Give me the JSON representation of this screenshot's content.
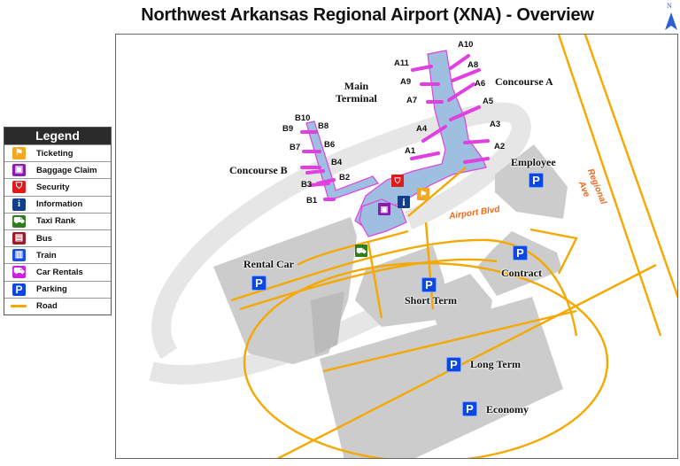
{
  "title": "Northwest Arkansas Regional Airport (XNA) - Overview",
  "north_arrow": {
    "label": "N",
    "color": "#2a5fd6"
  },
  "legend": {
    "heading": "Legend",
    "items": [
      {
        "label": "Ticketing",
        "icon": "ticketing-icon",
        "color": "#f5a623"
      },
      {
        "label": "Baggage Claim",
        "icon": "baggage-claim-icon",
        "color": "#8a1db0"
      },
      {
        "label": "Security",
        "icon": "security-icon",
        "color": "#e01a1a"
      },
      {
        "label": "Information",
        "icon": "information-icon",
        "color": "#123f8c"
      },
      {
        "label": "Taxi Rank",
        "icon": "taxi-icon",
        "color": "#2e7d1e"
      },
      {
        "label": "Bus",
        "icon": "bus-icon",
        "color": "#9b1b2a"
      },
      {
        "label": "Train",
        "icon": "train-icon",
        "color": "#1a4fe0"
      },
      {
        "label": "Car Rentals",
        "icon": "car-rental-icon",
        "color": "#cc22e0"
      },
      {
        "label": "Parking",
        "icon": "parking-icon",
        "color": "#0b47e0"
      },
      {
        "label": "Road",
        "icon": "road-line",
        "color": "#f5a800"
      }
    ]
  },
  "areas": {
    "main_terminal": "Main\nTerminal",
    "concourse_a": "Concourse A",
    "concourse_b": "Concourse B",
    "employee": "Employee",
    "rental_car": "Rental Car",
    "contract": "Contract",
    "short_term": "Short Term",
    "long_term": "Long Term",
    "economy": "Economy"
  },
  "gates": {
    "a": [
      "A1",
      "A2",
      "A3",
      "A4",
      "A5",
      "A6",
      "A7",
      "A8",
      "A9",
      "A10",
      "A11"
    ],
    "b": [
      "B1",
      "B2",
      "B3",
      "B4",
      "B6",
      "B7",
      "B8",
      "B9",
      "B10"
    ]
  },
  "roads": {
    "airport_blvd": "Airport Blvd",
    "regional_ave_1": "Regional",
    "regional_ave_2": "Ave"
  },
  "parking_symbol": "P",
  "colors": {
    "road": "#f5a800",
    "terminal_fill": "#9fbfe0",
    "terminal_outline": "#e040e0",
    "lot": "#cccccc",
    "runway": "#e6e6e6"
  }
}
